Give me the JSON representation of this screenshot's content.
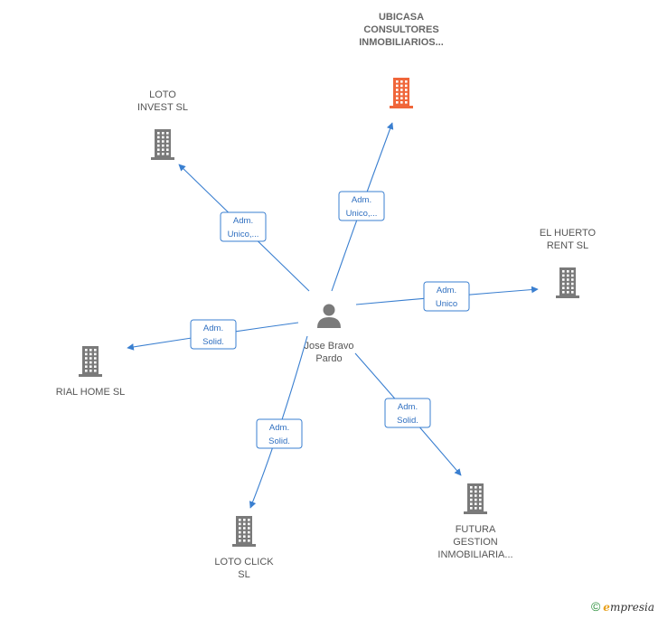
{
  "colors": {
    "edge": "#3a7fd0",
    "building": "#7a7a7a",
    "building_highlight": "#f0663a",
    "person": "#7a7a7a"
  },
  "center": {
    "lines": [
      "Jose Bravo",
      "Pardo"
    ],
    "icon": "person-icon"
  },
  "companies": [
    {
      "id": "ubicasa",
      "lines": [
        "UBICASA",
        "CONSULTORES",
        "INMOBILIARIOS..."
      ],
      "highlight": true,
      "icon": "building-icon"
    },
    {
      "id": "loto-invest",
      "lines": [
        "LOTO",
        "INVEST SL"
      ],
      "highlight": false,
      "icon": "building-icon"
    },
    {
      "id": "el-huerto",
      "lines": [
        "EL HUERTO",
        "RENT  SL"
      ],
      "highlight": false,
      "icon": "building-icon"
    },
    {
      "id": "rial-home",
      "lines": [
        "RIAL HOME  SL"
      ],
      "highlight": false,
      "icon": "building-icon"
    },
    {
      "id": "loto-click",
      "lines": [
        "LOTO CLICK",
        "SL"
      ],
      "highlight": false,
      "icon": "building-icon"
    },
    {
      "id": "futura",
      "lines": [
        "FUTURA",
        "GESTION",
        "INMOBILIARIA..."
      ],
      "highlight": false,
      "icon": "building-icon"
    }
  ],
  "edges": [
    {
      "to": "ubicasa",
      "lines": [
        "Adm.",
        "Unico,..."
      ]
    },
    {
      "to": "loto-invest",
      "lines": [
        "Adm.",
        "Unico,..."
      ]
    },
    {
      "to": "el-huerto",
      "lines": [
        "Adm.",
        "Unico"
      ]
    },
    {
      "to": "rial-home",
      "lines": [
        "Adm.",
        "Solid."
      ]
    },
    {
      "to": "loto-click",
      "lines": [
        "Adm.",
        "Solid."
      ]
    },
    {
      "to": "futura",
      "lines": [
        "Adm.",
        "Solid."
      ]
    }
  ],
  "brand": {
    "copyright": "©",
    "initial": "e",
    "rest": "mpresia"
  }
}
